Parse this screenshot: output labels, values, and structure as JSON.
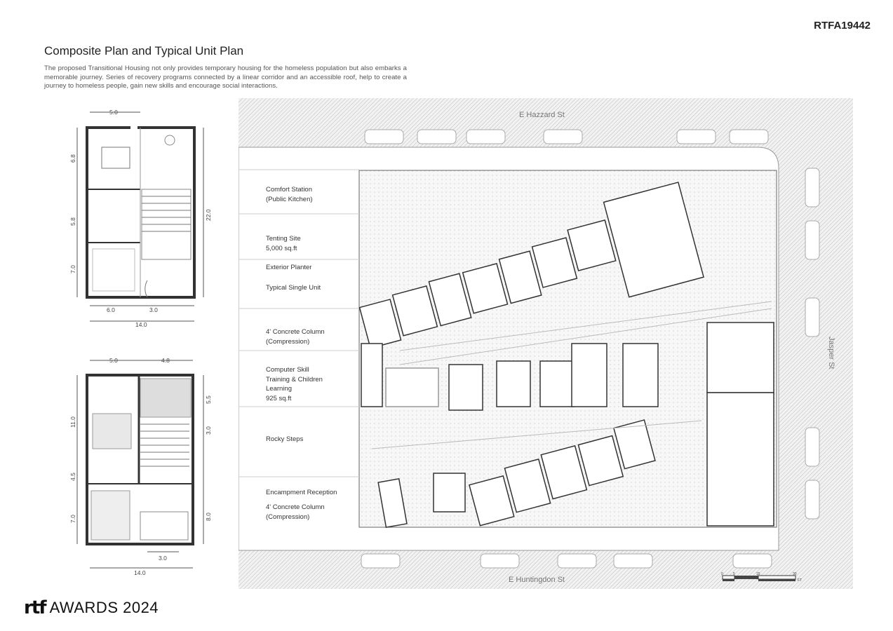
{
  "code": "RTFA19442",
  "title": "Composite Plan and Typical Unit Plan",
  "description": "The proposed Transitional Housing not only provides temporary housing for the homeless population but also embarks a memorable journey.  Series  of  recovery  programs  connected by a linear  corridor  and an  accessible roof,  help to create a  journey to homeless people, gain new skills and encourage social interactions.",
  "streets": {
    "north": "E Hazzard St",
    "south": "E Huntingdon St",
    "east": "Jasper St"
  },
  "labels": [
    {
      "lines": [
        "Comfort Station",
        "(Public Kitchen)"
      ]
    },
    {
      "lines": [
        "Tenting Site",
        "5,000 sq.ft"
      ]
    },
    {
      "lines": [
        "Exterior Planter"
      ]
    },
    {
      "lines": [
        "Typical Single Unit"
      ]
    },
    {
      "lines": [
        "4' Concrete Column",
        "(Compression)"
      ]
    },
    {
      "lines": [
        "Computer Skill",
        "Training & Children",
        "Learning",
        "925 sq.ft"
      ]
    },
    {
      "lines": [
        "Rocky Steps"
      ]
    },
    {
      "lines": [
        "Encampment Reception"
      ]
    },
    {
      "lines": [
        "4' Concrete Column",
        "(Compression)"
      ]
    }
  ],
  "unit_plan_1": {
    "top": "5.0",
    "left": [
      "6.8",
      "5.8",
      "7.0"
    ],
    "right": "22.0",
    "bottom": [
      "6.0",
      "3.0"
    ],
    "total": "14.0"
  },
  "unit_plan_2": {
    "top": [
      "5.0",
      "4.8"
    ],
    "left": [
      "11.0",
      "4.5",
      "7.0"
    ],
    "right": [
      "5.5",
      "3.0",
      "8.0"
    ],
    "bottom": "3.0",
    "total": "14.0"
  },
  "scale_bar": {
    "ticks": [
      "0",
      "5",
      "15",
      "30"
    ],
    "unit": "FT"
  },
  "logo": {
    "mark": "rtf",
    "text": "AWARDS 2024"
  }
}
